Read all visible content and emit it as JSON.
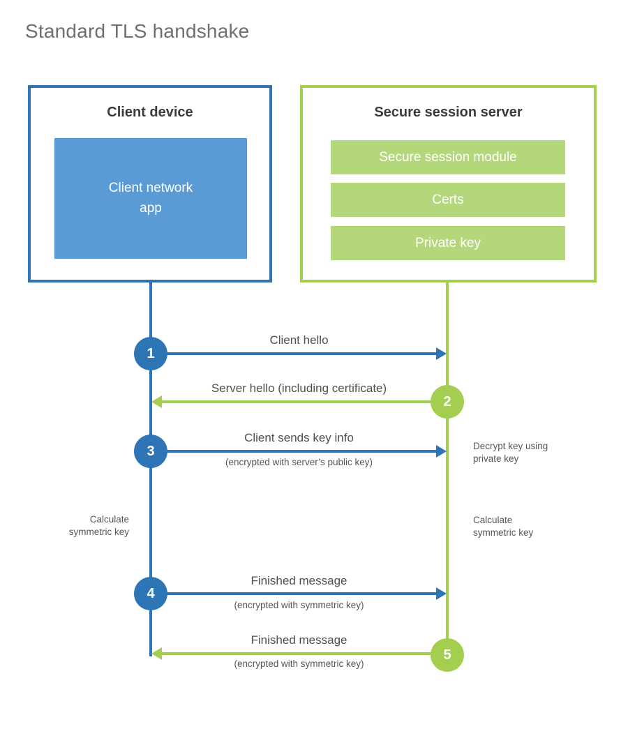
{
  "title": "Standard TLS handshake",
  "colors": {
    "blue": "#2e75b6",
    "blue_fill": "#5b9bd5",
    "green": "#a3ce4f",
    "green_fill": "#b5d77c",
    "title_text": "#6f7073",
    "heading_text": "#3b3b3d",
    "label_text": "#4e4f51",
    "note_text": "#55565a"
  },
  "client_box": {
    "title": "Client device",
    "module_label": "Client network\napp"
  },
  "server_box": {
    "title": "Secure session server",
    "modules": [
      "Secure session module",
      "Certs",
      "Private key"
    ]
  },
  "messages": [
    {
      "number": "1",
      "label": "Client hello",
      "sublabel": "",
      "direction": "right",
      "color": "blue"
    },
    {
      "number": "2",
      "label": "Server hello (including certificate)",
      "sublabel": "",
      "direction": "left",
      "color": "green"
    },
    {
      "number": "3",
      "label": "Client sends key info",
      "sublabel": "(encrypted with server’s public key)",
      "direction": "right",
      "color": "blue"
    },
    {
      "number": "4",
      "label": "Finished message",
      "sublabel": "(encrypted with symmetric key)",
      "direction": "right",
      "color": "blue"
    },
    {
      "number": "5",
      "label": "Finished message",
      "sublabel": "(encrypted with symmetric key)",
      "direction": "left",
      "color": "green"
    }
  ],
  "notes": {
    "decrypt": "Decrypt key using\nprivate key",
    "calculate_left": "Calculate\nsymmetric key",
    "calculate_right": "Calculate\nsymmetric key"
  }
}
